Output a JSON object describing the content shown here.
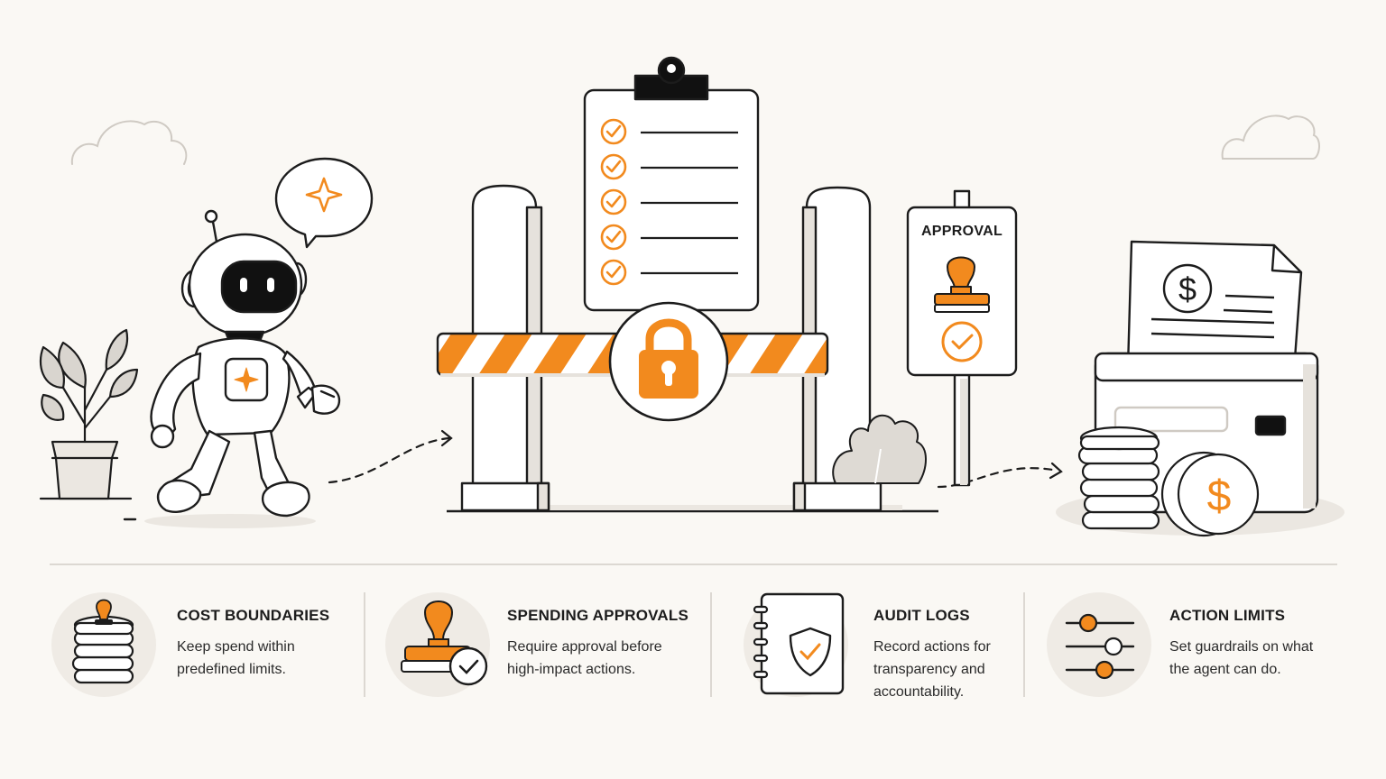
{
  "scene": {
    "approval_sign": "APPROVAL",
    "accent_color": "#f28a1e",
    "icons": [
      "robot-icon",
      "clipboard-icon",
      "padlock-icon",
      "barrier-icon",
      "stamp-icon",
      "invoice-icon",
      "coins-icon",
      "plant-icon",
      "cloud-icon",
      "speech-bubble-icon"
    ]
  },
  "features": [
    {
      "title": "COST BOUNDARIES",
      "description": "Keep spend within predefined limits.",
      "icon": "coin-stack-icon"
    },
    {
      "title": "SPENDING APPROVALS",
      "description": "Require approval before high-impact actions.",
      "icon": "stamp-check-icon"
    },
    {
      "title": "AUDIT LOGS",
      "description": "Record actions for transparency and accountability.",
      "icon": "shield-notebook-icon"
    },
    {
      "title": "ACTION LIMITS",
      "description": "Set guardrails on what the agent can do.",
      "icon": "sliders-icon"
    }
  ]
}
